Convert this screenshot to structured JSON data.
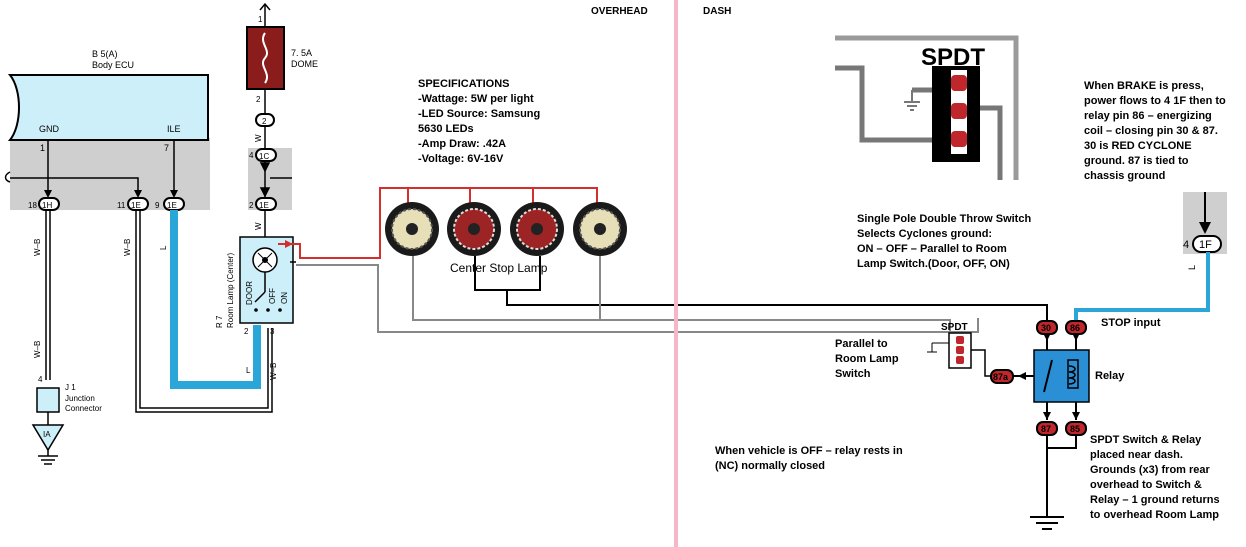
{
  "sections": {
    "overhead": "OVERHEAD",
    "dash": "DASH"
  },
  "ecu": {
    "ref": "B 5(A)",
    "name": "Body ECU",
    "pin_gnd_label": "GND",
    "pin_ile_label": "ILE",
    "pin_gnd_num": "1",
    "pin_ile_num": "7"
  },
  "fuse": {
    "pin_top": "1",
    "amps": "7. 5A",
    "name": "DOME",
    "pin_bottom": "2"
  },
  "connectors": {
    "c2": "2",
    "c1c": "1C",
    "c1c_pin": "4",
    "c1e_top": "1E",
    "c1e_top_pin": "2",
    "c1h": "1H",
    "c1h_pin": "18",
    "c1e_a": "1E",
    "c1e_a_pin": "11",
    "c1e_b": "1E",
    "c1e_b_pin": "9",
    "c1f": "1F",
    "c1f_pin": "4"
  },
  "wires": {
    "w1": "W",
    "w2": "W",
    "wb1": "W–B",
    "wb2": "W–B",
    "wb3": "W–B",
    "wb4": "W–B",
    "l1": "L",
    "l2": "L",
    "l3": "L"
  },
  "room_lamp": {
    "ref": "R 7",
    "name": "Room Lamp (Center)",
    "door": "DOOR",
    "off": "OFF",
    "on": "ON",
    "pin2": "2",
    "pin3": "3"
  },
  "junction": {
    "ref": "J 1",
    "line1": "Junction",
    "line2": "Connector",
    "pin": "4",
    "ground": "IA"
  },
  "specs": {
    "title": "SPECIFICATIONS",
    "lines": [
      "-Wattage: 5W per light",
      "-LED Source: Samsung",
      "5630 LEDs",
      "-Amp Draw: .42A",
      "-Voltage: 6V-16V"
    ]
  },
  "lamp_label": "Center Stop Lamp",
  "spdt_big": {
    "label": "SPDT"
  },
  "brake_note": [
    "When BRAKE is press,",
    "power flows to 4 1F then to",
    "relay pin 86 – energizing",
    "coil – closing pin 30 & 87.",
    "30 is RED CYCLONE",
    "ground. 87 is tied to",
    "chassis ground"
  ],
  "switch_note": [
    "Single Pole Double Throw Switch",
    "Selects Cyclones ground:",
    "ON – OFF – Parallel to Room",
    "Lamp Switch.(Door, OFF, ON)"
  ],
  "spdt_small": {
    "label": "SPDT"
  },
  "parallel_note": [
    "Parallel to",
    "Room Lamp",
    "Switch"
  ],
  "relay": {
    "label": "Relay",
    "pin30": "30",
    "pin86": "86",
    "pin87a": "87a",
    "pin87": "87",
    "pin85": "85"
  },
  "stop_input": "STOP input",
  "off_note": [
    "When vehicle is OFF – relay rests in",
    "(NC) normally closed"
  ],
  "placement_note": [
    "SPDT Switch & Relay",
    "placed near dash.",
    "Grounds (x3) from rear",
    "overhead to Switch &",
    "Relay – 1 ground returns",
    "to overhead Room Lamp"
  ],
  "colors": {
    "red_wire": "#d32f2f",
    "blue_wire": "#2aa7d8",
    "divider": "#f7b6c8",
    "component_fill": "#cdeffa",
    "relay_fill": "#2b8fd6",
    "fuse_fill": "#8b1c1c"
  }
}
